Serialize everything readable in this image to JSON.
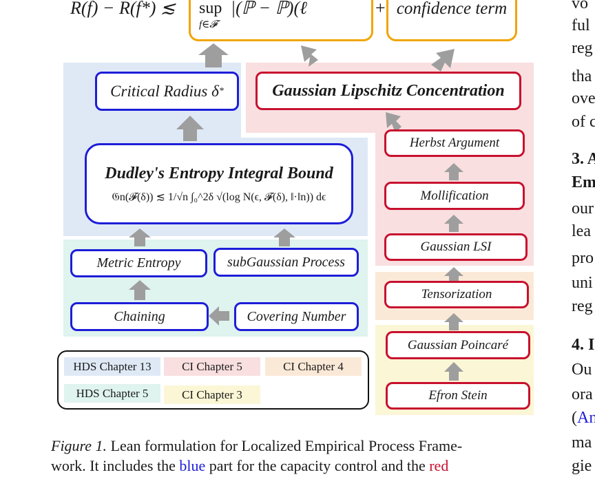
{
  "formula_top": {
    "lhs": "R(f) − R(f*) ≲",
    "sup": "sup",
    "sub": "f∈𝓕",
    "body": "|(ℙ − ℙ)(ℓ",
    "plus": "+",
    "confidence": "confidence term"
  },
  "colors": {
    "blue_region": "#dfe9f6",
    "red_region": "#f9dfe0",
    "green_region": "#dff3ef",
    "peach_region": "#fbe9d8",
    "yellow_region": "#fbf6d5",
    "blue_border": "#1d1dd8",
    "red_border": "#c8102e",
    "orange_border": "#f0a500",
    "arrow": "#9e9e9e"
  },
  "nodes": {
    "critical_radius": "Critical Radius δ",
    "critical_radius_sub": "*",
    "gaussian_lipschitz": "Gaussian Lipschitz Concentration",
    "dudley_title": "Dudley's Entropy Integral Bound",
    "dudley_formula": "𝔊n(𝓕(δ)) ≲  1/√n ∫₀^2δ √(log N(ϵ, 𝓕(δ), ‖·‖n)) dϵ",
    "metric_entropy": "Metric Entropy",
    "subgaussian": "subGaussian Process",
    "chaining": "Chaining",
    "covering": "Covering Number",
    "herbst": "Herbst Argument",
    "mollification": "Mollification",
    "gaussian_lsi": "Gaussian LSI",
    "tensorization": "Tensorization",
    "gaussian_poincare": "Gaussian Poincaré",
    "efron_stein": "Efron Stein"
  },
  "legend": [
    {
      "label": "HDS Chapter 13",
      "color": "#dfe9f6"
    },
    {
      "label": "CI Chapter 5",
      "color": "#f9dfe0"
    },
    {
      "label": "CI Chapter 4",
      "color": "#fbe9d8"
    },
    {
      "label": "HDS Chapter 5",
      "color": "#dff3ef"
    },
    {
      "label": "CI Chapter 3",
      "color": "#fbf6d5"
    }
  ],
  "right_column": {
    "l1": "vo",
    "l2": "ful",
    "l3": "reg",
    "l4": "tha",
    "l5": "ove",
    "l6": "of c",
    "h3_num": "3. A",
    "h3_cont": "Em",
    "p1": "our",
    "p2": "lea",
    "p3": "pro",
    "p4": "uni",
    "p5": "reg",
    "h4_num": "4. I",
    "q1": "Ou",
    "q2": "ora",
    "q3_paren": "(",
    "q3_link": "An",
    "q4": "ma",
    "q5": "gie"
  },
  "caption": {
    "label": "Figure 1.",
    "line1": " Lean formulation for Localized Empirical Process Frame-",
    "line2_a": "work. It includes the ",
    "blue_word": "blue",
    "line2_b": " part for the capacity control and the ",
    "red_word": "red"
  }
}
